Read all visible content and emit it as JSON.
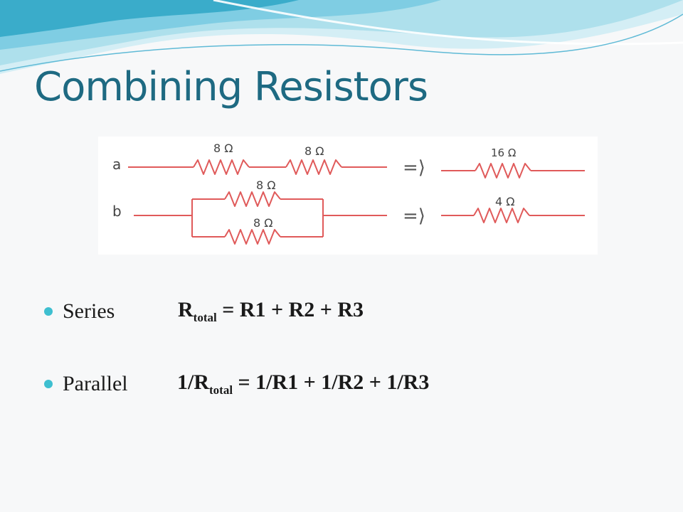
{
  "slide": {
    "title": "Combining Resistors"
  },
  "diagram": {
    "row_a_label": "a",
    "row_b_label": "b",
    "series_r1": "8 Ω",
    "series_r2": "8 Ω",
    "series_result": "16 Ω",
    "parallel_r1": "8 Ω",
    "parallel_r2": "8 Ω",
    "parallel_result": "4 Ω",
    "arrow": "=⟩"
  },
  "bullets": {
    "series_term": "Series",
    "series_formula_prefix": "R",
    "series_formula_sub": "total",
    "series_formula_rest": " = R1 + R2 + R3",
    "parallel_term": "Parallel",
    "parallel_formula_prefix": "1/R",
    "parallel_formula_sub": "total",
    "parallel_formula_rest": " = 1/R1 + 1/R2 + 1/R3"
  },
  "colors": {
    "title": "#1e6a82",
    "bullet": "#3ebfd0",
    "wire": "#e05a5a",
    "wave_dark": "#2ea6c6",
    "wave_light": "#aee0ec"
  }
}
